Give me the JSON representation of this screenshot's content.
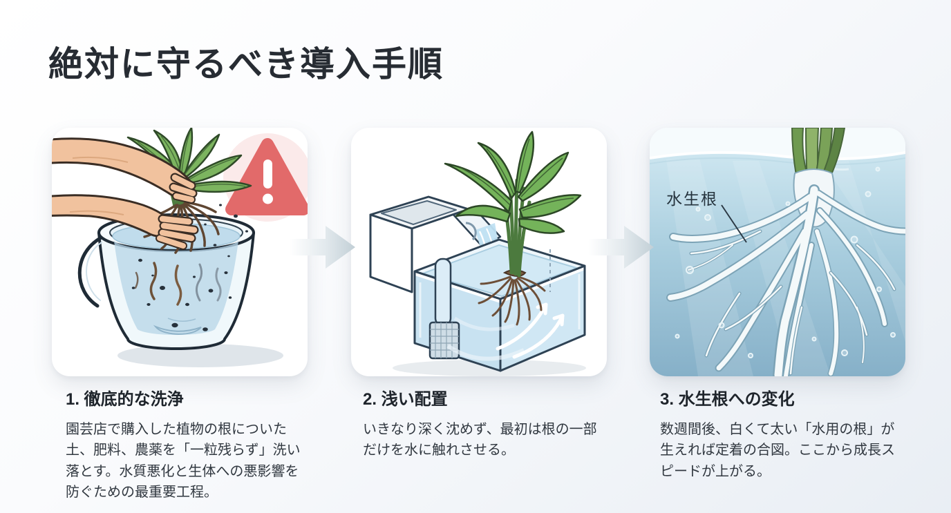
{
  "page": {
    "title": "絶対に守るべき導入手順"
  },
  "steps": [
    {
      "heading": "1. 徹底的な洗浄",
      "body": "園芸店で購入した植物の根についた土、肥料、農薬を「一粒残らず」洗い落とす。水質悪化と生体への悪影響を防ぐための最重要工程。",
      "illustration": "hands-washing-plant-roots-in-bucket-with-warning",
      "icon": "warning-triangle-icon"
    },
    {
      "heading": "2. 浅い配置",
      "body": "いきなり深く沈めず、最初は根の一部だけを水に触れさせる。",
      "illustration": "plant-resting-on-aquarium-rim-with-hang-on-filter"
    },
    {
      "heading": "3. 水生根への変化",
      "body": "数週間後、白くて太い「水用の根」が生えれば定着の合図。ここから成長スピードが上がる。",
      "illustration": "white-aquatic-roots-underwater",
      "annotation": "水生根"
    }
  ],
  "colors": {
    "title_text": "#272c33",
    "heading_text": "#1e242b",
    "body_text": "#313840",
    "warning_red": "#e26a6a",
    "bucket_water": "#bcd9ea",
    "tank_water": "#cfe7f4",
    "deep_water_top": "#cde6f0",
    "deep_water_bottom": "#86b0c8",
    "leaf_green": "#74b35a",
    "root_brown": "#6d4f38",
    "aquatic_root_white": "#f4f9fa",
    "arrow_gray": "#c6d3da",
    "card_background": "#ffffff"
  }
}
